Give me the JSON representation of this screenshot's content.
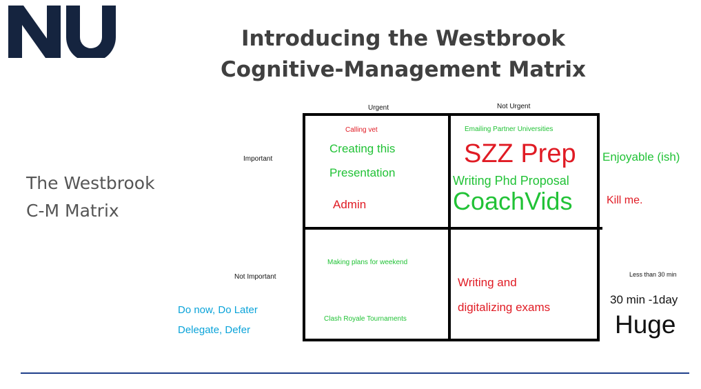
{
  "slide": {
    "title_line1": "Introducing the Westbrook",
    "title_line2": "Cognitive-Management Matrix",
    "side_label_line1": "The Westbrook",
    "side_label_line2": "C-M Matrix",
    "logo": "nu-logo"
  },
  "matrix": {
    "col_headers": [
      "Urgent",
      "Not Urgent"
    ],
    "row_headers": [
      "Important",
      "Not Important"
    ],
    "q1": {
      "calling_vet": "Calling vet",
      "creating_1": "Creating this",
      "creating_2": "Presentation",
      "admin": "Admin"
    },
    "q2": {
      "emailing": "Emailing Partner Universities",
      "szz": "SZZ Prep",
      "phd": "Writing Phd Proposal",
      "coach": "CoachVids"
    },
    "q3": {
      "plans": "Making plans for weekend",
      "clash": "Clash Royale Tournaments"
    },
    "q4": {
      "writing_1": "Writing and",
      "writing_2": "digitalizing exams"
    }
  },
  "legend_right": {
    "enjoyable": "Enjoyable (ish)",
    "kill": "Kill me.",
    "less30": "Less than 30 min",
    "day": "30 min -1day",
    "huge": "Huge"
  },
  "legend_left": {
    "line1": "Do now, Do Later",
    "line2": "Delegate, Defer"
  },
  "colors": {
    "red": "#e01b24",
    "green": "#21c236",
    "blue": "#0aa3d9",
    "navy": "#15243f",
    "rule": "#1f3f8a"
  }
}
